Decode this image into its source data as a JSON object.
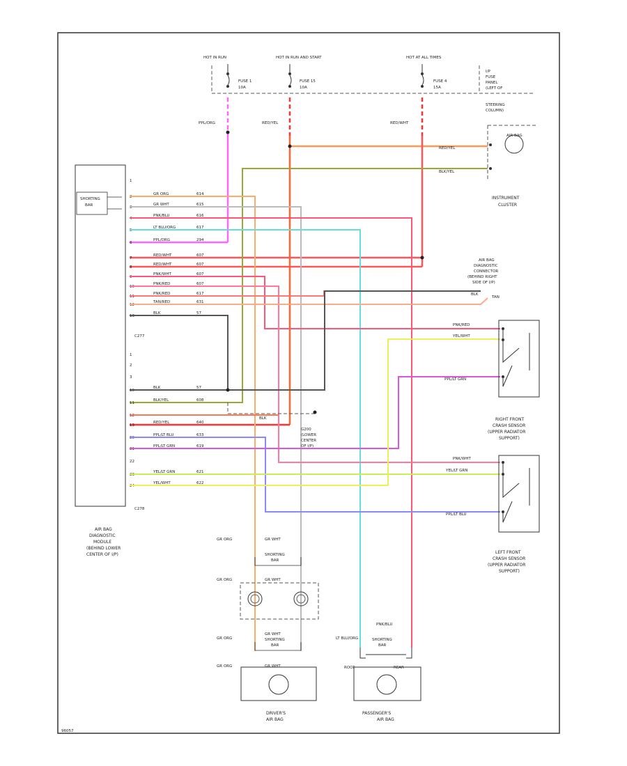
{
  "power": {
    "hot_run": "HOT IN RUN",
    "hot_run_start": "HOT IN RUN AND START",
    "hot_all": "HOT AT ALL TIMES",
    "fuse1": "FUSE 1",
    "fuse1_amp": "10A",
    "fuse15": "FUSE 15",
    "fuse15_amp": "10A",
    "fuse4": "FUSE 4",
    "fuse4_amp": "15A",
    "fuse_panel": [
      "I/P",
      "FUSE",
      "PANEL",
      "(LEFT OF",
      "STEERING",
      "COLUMN)"
    ]
  },
  "wire_labels": {
    "ppl_org": "PPL/ORG",
    "red_yel": "RED/YEL",
    "red_wht": "RED/WHT",
    "red_yel_cluster": "RED/YEL",
    "blk_yel_cluster": "BLK/YEL",
    "blk_red": "BLK",
    "tan_red": "TAN",
    "pnk_red_right": "PNK/RED",
    "yel_wht_right": "YEL/WHT",
    "ppl_lt_grn_right": "PPL/LT GRN",
    "pnk_wht_left": "PNK/WHT",
    "yel_lt_grn_left": "YEL/LT GRN",
    "ppl_lt_blu_left": "PPL/LT BLU"
  },
  "cluster": {
    "airbag_lamp": "AIR BAG",
    "label": [
      "INSTRUMENT",
      "CLUSTER"
    ]
  },
  "diag_connector": {
    "label": [
      "AIR BAG",
      "DIAGNOSTIC",
      "CONNECTOR",
      "(BEHIND RIGHT",
      "SIDE OF I/P)"
    ]
  },
  "module": {
    "shorting_bar": [
      "SHORTING",
      "BAR"
    ],
    "c277": "C277",
    "c278": "C278",
    "label": [
      "AIR BAG",
      "DIAGNOSTIC",
      "MODULE",
      "(BEHIND LOWER",
      "CENTER OF I/P)"
    ],
    "pins": [
      {
        "num": "1",
        "wire": "",
        "circ": ""
      },
      {
        "num": "2",
        "wire": "GR ORG",
        "circ": "614"
      },
      {
        "num": "3",
        "wire": "GR WHT",
        "circ": "615"
      },
      {
        "num": "4",
        "wire": "PNK/BLU",
        "circ": "616"
      },
      {
        "num": "5",
        "wire": "LT BLU/ORG",
        "circ": "617"
      },
      {
        "num": "6",
        "wire": "PPL/ORG",
        "circ": "294"
      },
      {
        "num": "7",
        "wire": "RED/WHT",
        "circ": "607"
      },
      {
        "num": "8",
        "wire": "RED/WHT",
        "circ": "607"
      },
      {
        "num": "9",
        "wire": "PNK/WHT",
        "circ": "607"
      },
      {
        "num": "10",
        "wire": "PNK/RED",
        "circ": "607"
      },
      {
        "num": "11",
        "wire": "PNK/RED",
        "circ": "617"
      },
      {
        "num": "12",
        "wire": "TAN/RED",
        "circ": "631"
      },
      {
        "num": "13",
        "wire": "BLK",
        "circ": "57"
      },
      {
        "num": "1",
        "wire": "",
        "circ": ""
      },
      {
        "num": "2",
        "wire": "",
        "circ": ""
      },
      {
        "num": "3",
        "wire": "",
        "circ": ""
      },
      {
        "num": "10",
        "wire": "BLK",
        "circ": "57"
      },
      {
        "num": "11",
        "wire": "BLK/YEL",
        "circ": "608"
      },
      {
        "num": "12",
        "wire": "",
        "circ": ""
      },
      {
        "num": "13",
        "wire": "RED/YEL",
        "circ": "640"
      },
      {
        "num": "20",
        "wire": "PPL/LT BLU",
        "circ": "633"
      },
      {
        "num": "21",
        "wire": "PPL/LT GRN",
        "circ": "619"
      },
      {
        "num": "22",
        "wire": "",
        "circ": ""
      },
      {
        "num": "23",
        "wire": "YEL/LT GRN",
        "circ": "621"
      },
      {
        "num": "24",
        "wire": "YEL/WHT",
        "circ": "622"
      }
    ]
  },
  "ground": {
    "wire": "BLK",
    "label": [
      "G200",
      "(LOWER",
      "CENTER",
      "OF I/P)"
    ]
  },
  "right_sensor": {
    "label": [
      "RIGHT FRONT",
      "CRASH SENSOR",
      "(UPPER RADIATOR",
      "SUPPORT)"
    ]
  },
  "left_sensor": {
    "label": [
      "LEFT FRONT",
      "CRASH SENSOR",
      "(UPPER RADIATOR",
      "SUPPORT)"
    ]
  },
  "clockspring": {
    "gr_org_top": "GR ORG",
    "gr_wht_top": "GR WHT",
    "shorting_bar": [
      "SHORTING",
      "BAR"
    ],
    "gr_org_mid": "GR ORG",
    "gr_wht_mid": "GR WHT"
  },
  "driver_bag": {
    "gr_org": "GR ORG",
    "gr_wht": "GR WHT",
    "gr_org2": "GR ORG",
    "gr_wht2": "GR WHT",
    "shorting_bar": [
      "SHORTING",
      "BAR"
    ],
    "label": [
      "DRIVER'S",
      "AIR BAG"
    ]
  },
  "passenger_bag": {
    "lt_blu_org": "LT BLU/ORG",
    "pnk_blu": "PNK/BLU",
    "shorting_bar": [
      "SHORTING",
      "BAR"
    ],
    "left_pin": "ROOF",
    "right_pin": "REAR",
    "label": [
      "PASSENGER'S",
      "AIR BAG"
    ]
  },
  "footer": {
    "code": "96057"
  }
}
